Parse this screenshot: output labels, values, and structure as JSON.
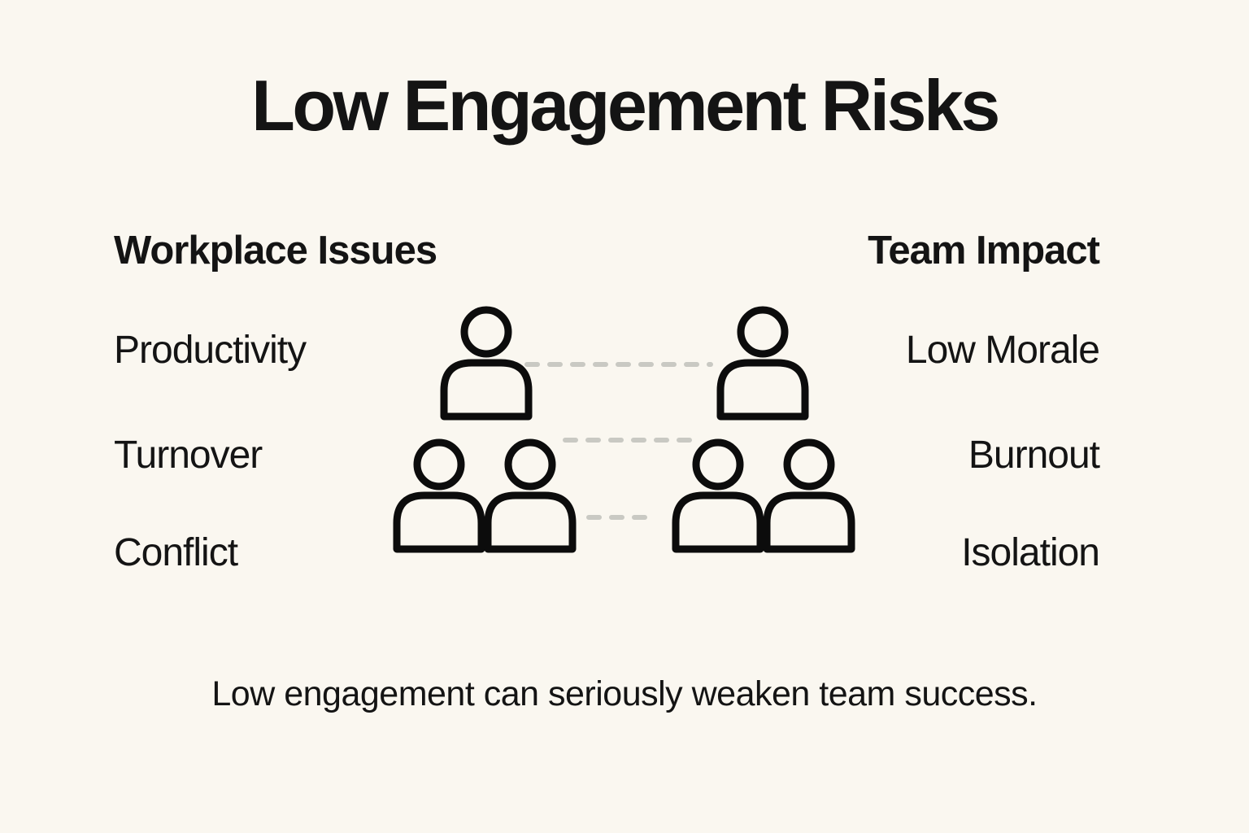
{
  "page": {
    "title": "Low Engagement Risks",
    "caption": "Low engagement can seriously weaken team success."
  },
  "left_column": {
    "header": "Workplace Issues",
    "items": [
      "Productivity",
      "Turnover",
      "Conflict"
    ]
  },
  "right_column": {
    "header": "Team Impact",
    "items": [
      "Low Morale",
      "Burnout",
      "Isolation"
    ]
  },
  "icons": {
    "left_top": "person-icon",
    "left_bottom": "people-pair-icon",
    "right_top": "person-icon",
    "right_bottom": "people-pair-icon"
  },
  "colors": {
    "background": "#faf7f0",
    "text": "#141414",
    "icon_stroke": "#0c0c0c",
    "connector": "#c9c9c3"
  }
}
